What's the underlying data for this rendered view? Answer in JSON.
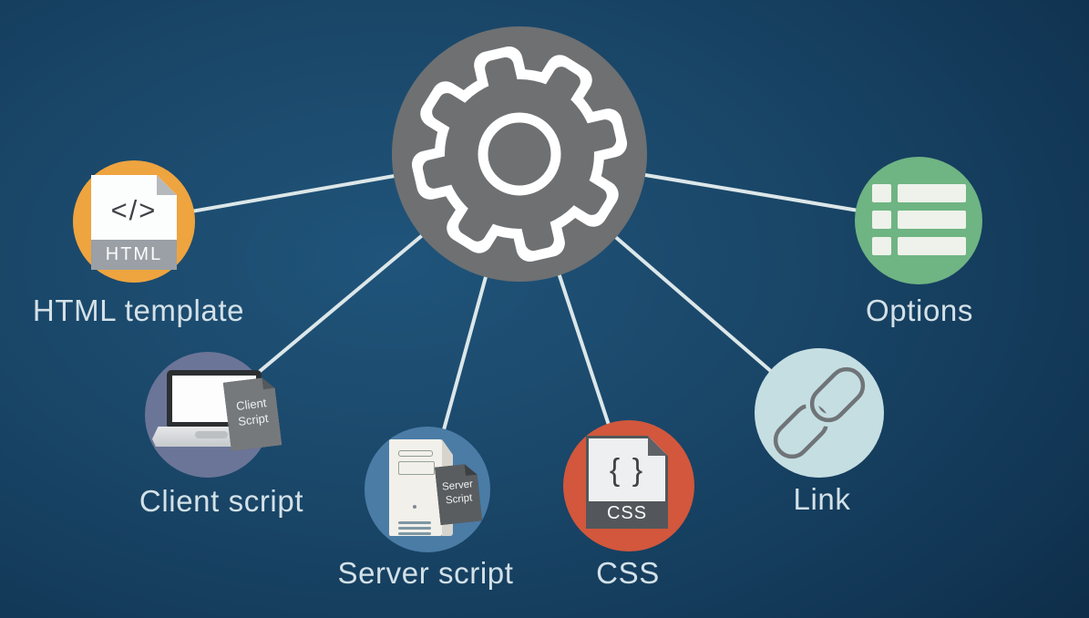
{
  "background": {
    "center_color": "#20547a",
    "edge_color": "#091e31"
  },
  "connector_color": "#dce7e9",
  "label_color": "#d3e1e8",
  "hub": {
    "id": "hub",
    "icon": "gear-icon",
    "circle_color": "#6e7072",
    "icon_color": "#ffffff"
  },
  "nodes": [
    {
      "id": "html-template",
      "label": "HTML template",
      "circle_color": "#eea43f",
      "icon": "html-file-icon",
      "doc_glyph": "</>",
      "doc_label": "HTML"
    },
    {
      "id": "client-script",
      "label": "Client script",
      "circle_color": "#6b7598",
      "icon": "laptop-icon",
      "card_lines": [
        "Client",
        "Script"
      ]
    },
    {
      "id": "server-script",
      "label": "Server script",
      "circle_color": "#4a7ca6",
      "icon": "server-tower-icon",
      "card_lines": [
        "Server",
        "Script"
      ]
    },
    {
      "id": "css",
      "label": "CSS",
      "circle_color": "#d2573c",
      "icon": "css-file-icon",
      "doc_glyph": "{ }",
      "doc_label": "CSS"
    },
    {
      "id": "link",
      "label": "Link",
      "circle_color": "#c5dee2",
      "icon": "chain-link-icon",
      "chain_color": "#6f7478"
    },
    {
      "id": "options",
      "label": "Options",
      "circle_color": "#6fb483",
      "icon": "list-icon",
      "list_color": "#eef2eb"
    }
  ]
}
